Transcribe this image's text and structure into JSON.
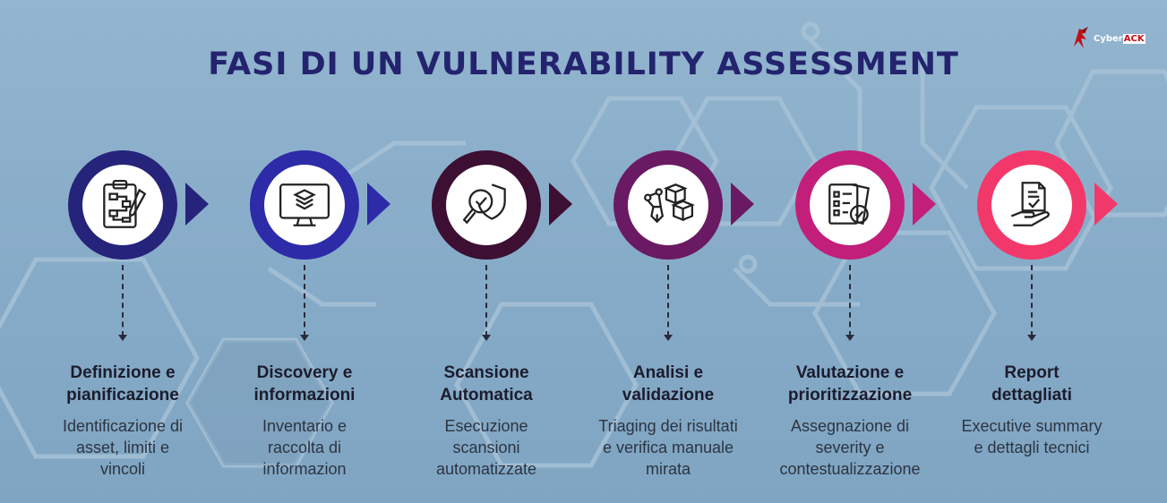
{
  "title": "FASI DI UN VULNERABILITY ASSESSMENT",
  "logo": {
    "text_main": "Cyber",
    "text_accent": "ACK"
  },
  "steps": [
    {
      "heading_line1": "Definizione e",
      "heading_line2": "pianificazione",
      "desc_line1": "Identificazione di",
      "desc_line2": "asset, limiti e",
      "desc_line3": "vincoli",
      "color": "#26237a",
      "icon": "clipboard-flowchart-icon"
    },
    {
      "heading_line1": "Discovery e",
      "heading_line2": "informazioni",
      "desc_line1": "Inventario e",
      "desc_line2": "raccolta di",
      "desc_line3": "informazion",
      "color": "#2d2ba8",
      "icon": "monitor-layers-icon"
    },
    {
      "heading_line1": "Scansione",
      "heading_line2": "Automatica",
      "desc_line1": "Esecuzione",
      "desc_line2": "scansioni",
      "desc_line3": "automatizzate",
      "color": "#3c0f33",
      "icon": "magnifier-shield-icon"
    },
    {
      "heading_line1": "Analisi e",
      "heading_line2": "validazione",
      "desc_line1": "Triaging dei risultati",
      "desc_line2": "e verifica manuale",
      "desc_line3": "mirata",
      "color": "#6a1a62",
      "icon": "pen-cubes-icon"
    },
    {
      "heading_line1": "Valutazione e",
      "heading_line2": "prioritizzazione",
      "desc_line1": "Assegnazione di",
      "desc_line2": "severity e",
      "desc_line3": "contestualizzazione",
      "color": "#c21f7a",
      "icon": "checklist-review-icon"
    },
    {
      "heading_line1": "Report",
      "heading_line2": "dettagliati",
      "desc_line1": "Executive summary",
      "desc_line2": "e dettagli tecnici",
      "desc_line3": "",
      "color": "#f2386a",
      "icon": "hand-document-icon"
    }
  ]
}
